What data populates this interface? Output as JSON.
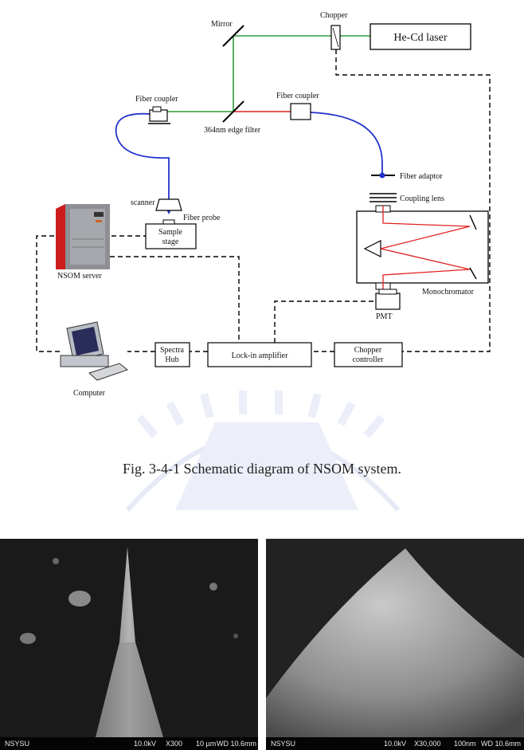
{
  "diagram": {
    "labels": {
      "mirror": "Mirror",
      "chopper": "Chopper",
      "laser": "He-Cd laser",
      "fiber_coupler_left": "Fiber coupler",
      "fiber_coupler_right": "Fiber coupler",
      "edge_filter": "364nm edge filter",
      "fiber_adaptor": "Fiber adaptor",
      "coupling_lens": "Coupling lens",
      "scanner": "scanner",
      "fiber_probe": "Fiber probe",
      "sample_stage_line1": "Sample",
      "sample_stage_line2": "stage",
      "nsom_server": "NSOM server",
      "monochromator": "Monochromator",
      "pmt": "PMT",
      "spectra_hub_line1": "Spectra",
      "spectra_hub_line2": "Hub",
      "lockin": "Lock-in amplifier",
      "chopper_ctrl_line1": "Chopper",
      "chopper_ctrl_line2": "controller",
      "computer": "Computer"
    },
    "colors": {
      "green_beam": "#2e9a3a",
      "blue_fiber": "#2233cc",
      "red_beam": "#e02020",
      "server_red": "#cc1c1c"
    }
  },
  "caption": "Fig. 3-4-1 Schematic diagram of NSOM system.",
  "sem_images": [
    {
      "left": "NSYSU",
      "kv": "10.0kV",
      "mag": "X300",
      "scale": "10 µm",
      "wd": "WD 10.6mm"
    },
    {
      "left": "NSYSU",
      "kv": "10.0kV",
      "mag": "X30,000",
      "scale": "100nm",
      "wd": "WD 10.6mm"
    }
  ]
}
